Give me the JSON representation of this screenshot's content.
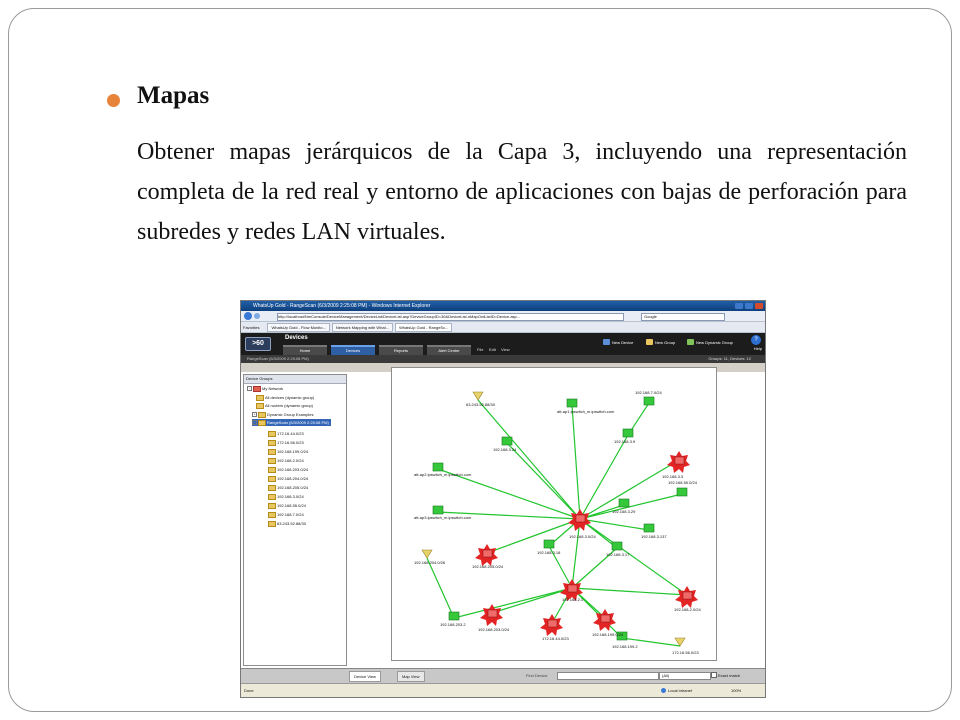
{
  "slide": {
    "heading": "Mapas",
    "body": "Obtener mapas jerárquicos de la Capa 3, incluyendo una representación completa de la red real y entorno de aplicaciones con bajas de perforación para subredes y redes LAN virtuales.",
    "accent_color": "#e8833a"
  },
  "browser": {
    "title": "WhatsUp Gold - RangeScan (6/3/2009 2:25:08 PM) - Windows Internet Explorer",
    "address": "http://localhost/NmConsole/DeviceManagement/DeviceList/DeviceList.asp?DeviceGroupID=30&DeviceList.nMapOrdListID=Device.asp...",
    "search_placeholder": "Google",
    "favorites_label": "Favorites",
    "tabs": [
      "WhatsUp Gold - Flow Monito...",
      "Network Mapping with What...",
      "WhatsUp Gold - RangeSc..."
    ],
    "status_left": "Done",
    "status_zone": "Local intranet",
    "status_zoom": "100%"
  },
  "app": {
    "logo": ">60",
    "section_title": "Devices",
    "nav_tabs": [
      "Home",
      "Devices",
      "Reports",
      "Alert Center"
    ],
    "menus": [
      "File",
      "Edit",
      "View"
    ],
    "toolbar": [
      "New Device",
      "New Group",
      "New Dynamic Group"
    ],
    "help": "Help",
    "breadcrumb": "RangeScan (6/3/2009 2:25:08 PM)",
    "group_counts": "Groups: 11, Devices: 12"
  },
  "device_groups": {
    "header": "Device Groups",
    "items": [
      "My Network",
      "All devices (dynamic group)",
      "All routers (dynamic group)",
      "Dynamic Group Examples",
      "RangeScan (6/3/2009 2:25:08 PM)",
      "172.16.44.0/23",
      "172.16.56.0/23",
      "192.168.199.0/24",
      "192.168.2.0/24",
      "192.168.203.0/24",
      "192.168.204.0/24",
      "192.168.205.0/24",
      "192.168.3.0/24",
      "192.168.55.0/24",
      "192.168.7.0/24",
      "63.243.52.88/30"
    ]
  },
  "map": {
    "labels": [
      "63.243.52.88/30",
      "192.168.7.0/24",
      "192.168.3.24",
      "192.168.3.9",
      "192.168.3.3",
      "192.168.55.0/24",
      "192.168.3.29",
      "192.168.3.0/24",
      "192.168.3.137",
      "192.168.3.17",
      "192.168.3.18",
      "192.168.205.0/24",
      "192.168.204.0/26",
      "192.168.2.1",
      "192.168.2.0/24",
      "192.168.203.2",
      "192.168.203.0/24",
      "172.16.44.0/23",
      "192.168.199.0/24",
      "192.168.199.2",
      "172.16.56.0/23"
    ],
    "hosts": [
      "att-ap1.ipswitch_m.ipswitch.com",
      "att-ap2.ipswitch_m.ipswitch.com",
      "att-ap3.ipswitch_m.ipswitch.com"
    ]
  },
  "bottom": {
    "views": [
      "Device View",
      "Map View"
    ],
    "find_label": "Find Device:",
    "find_select": "(All)",
    "exact_match": "Exact match"
  }
}
